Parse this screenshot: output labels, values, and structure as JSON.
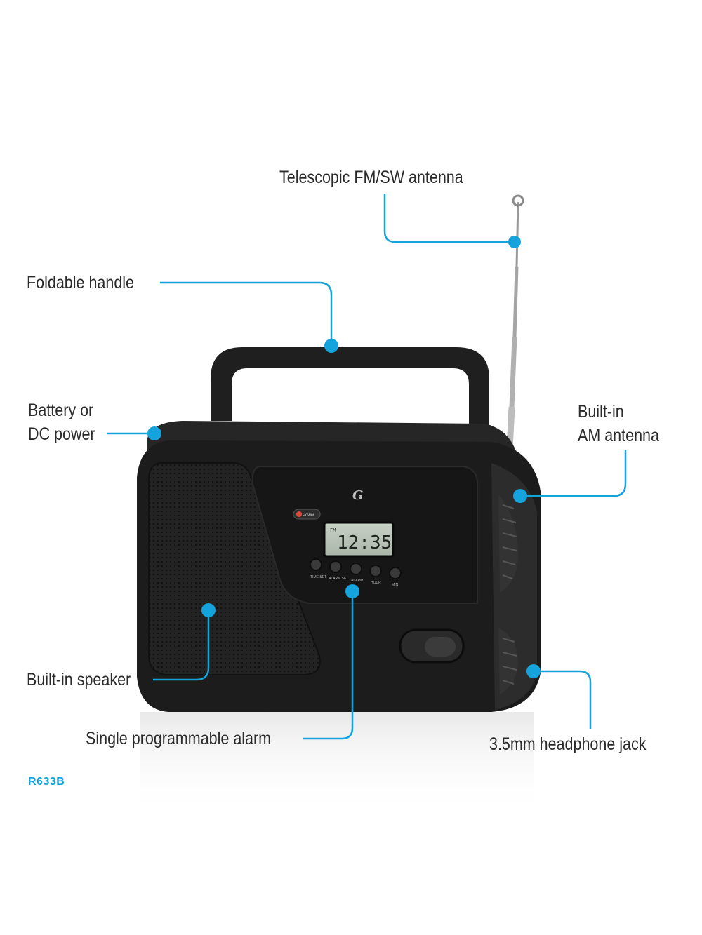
{
  "colors": {
    "accent": "#14a3dc",
    "radio_body": "#1c1c1c",
    "label_text": "#2b2b2b"
  },
  "callouts": {
    "telescopic_antenna": "Telescopic FM/SW antenna",
    "foldable_handle": "Foldable handle",
    "battery_power": [
      "Battery or",
      "DC power"
    ],
    "am_antenna": [
      "Built-in",
      "AM antenna"
    ],
    "speaker": "Built-in speaker",
    "alarm": "Single programmable alarm",
    "headphone_jack": "3.5mm headphone jack"
  },
  "model_code": "R633B",
  "radio": {
    "brand_mark": "G",
    "power_label": "Power",
    "display_time": "12:35",
    "display_indicator": "FM",
    "buttons": [
      "TIME SET",
      "ALARM SET",
      "ALARM",
      "HOUR",
      "MIN"
    ]
  }
}
